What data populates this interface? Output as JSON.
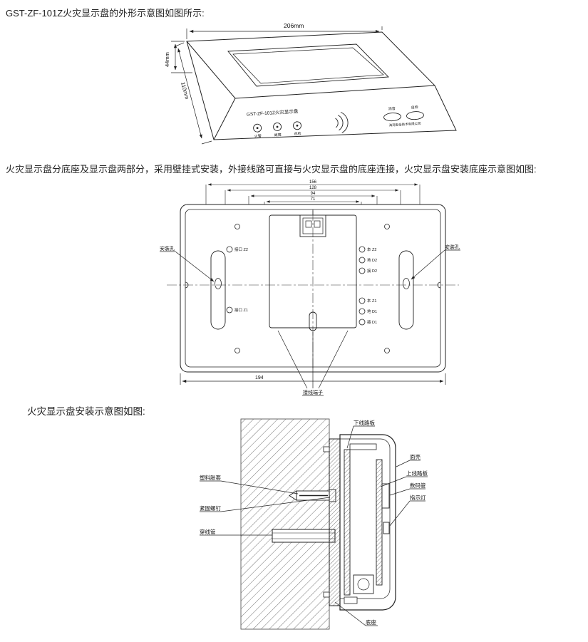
{
  "paragraphs": {
    "p1": "GST-ZF-101Z火灾显示盘的外形示意图如图所示:",
    "p2": "火灾显示盘分底座及显示盘两部分，采用壁挂式安装，外接线路可直接与火灾显示盘的底座连接，火灾显示盘安装底座示意图如图:",
    "p3": "火灾显示盘安装示意图如图:"
  },
  "fig_outline": {
    "dim_width": "206mm",
    "dim_height": "44mm",
    "dim_depth": "110mm",
    "panel_title": "GST-ZF-101Z火灾显示盘",
    "indicators": [
      "火警",
      "故障",
      "巡检"
    ],
    "button_labels": [
      "消音",
      "自检"
    ],
    "brand_line": "海湾安全技术有限公司"
  },
  "fig_base": {
    "dims_top": [
      "156",
      "128",
      "94",
      "71"
    ],
    "dim_bottom": "194",
    "mount_hole_left": "安装孔",
    "mount_hole_right": "安装孔",
    "terminals_left": [
      "接口 Z2",
      "接口 Z1"
    ],
    "terminals_right": [
      "本 Z2",
      "地 D2",
      "接 D2",
      "本 Z1",
      "地 D1",
      "接 D1"
    ],
    "terminal_block_label": "接线端子"
  },
  "fig_install": {
    "labels_left": [
      "塑料胀套",
      "紧固螺钉",
      "穿线管"
    ],
    "labels_right": [
      "下线路板",
      "面壳",
      "上线路板",
      "数码管",
      "指示灯"
    ],
    "label_base": "底座"
  }
}
